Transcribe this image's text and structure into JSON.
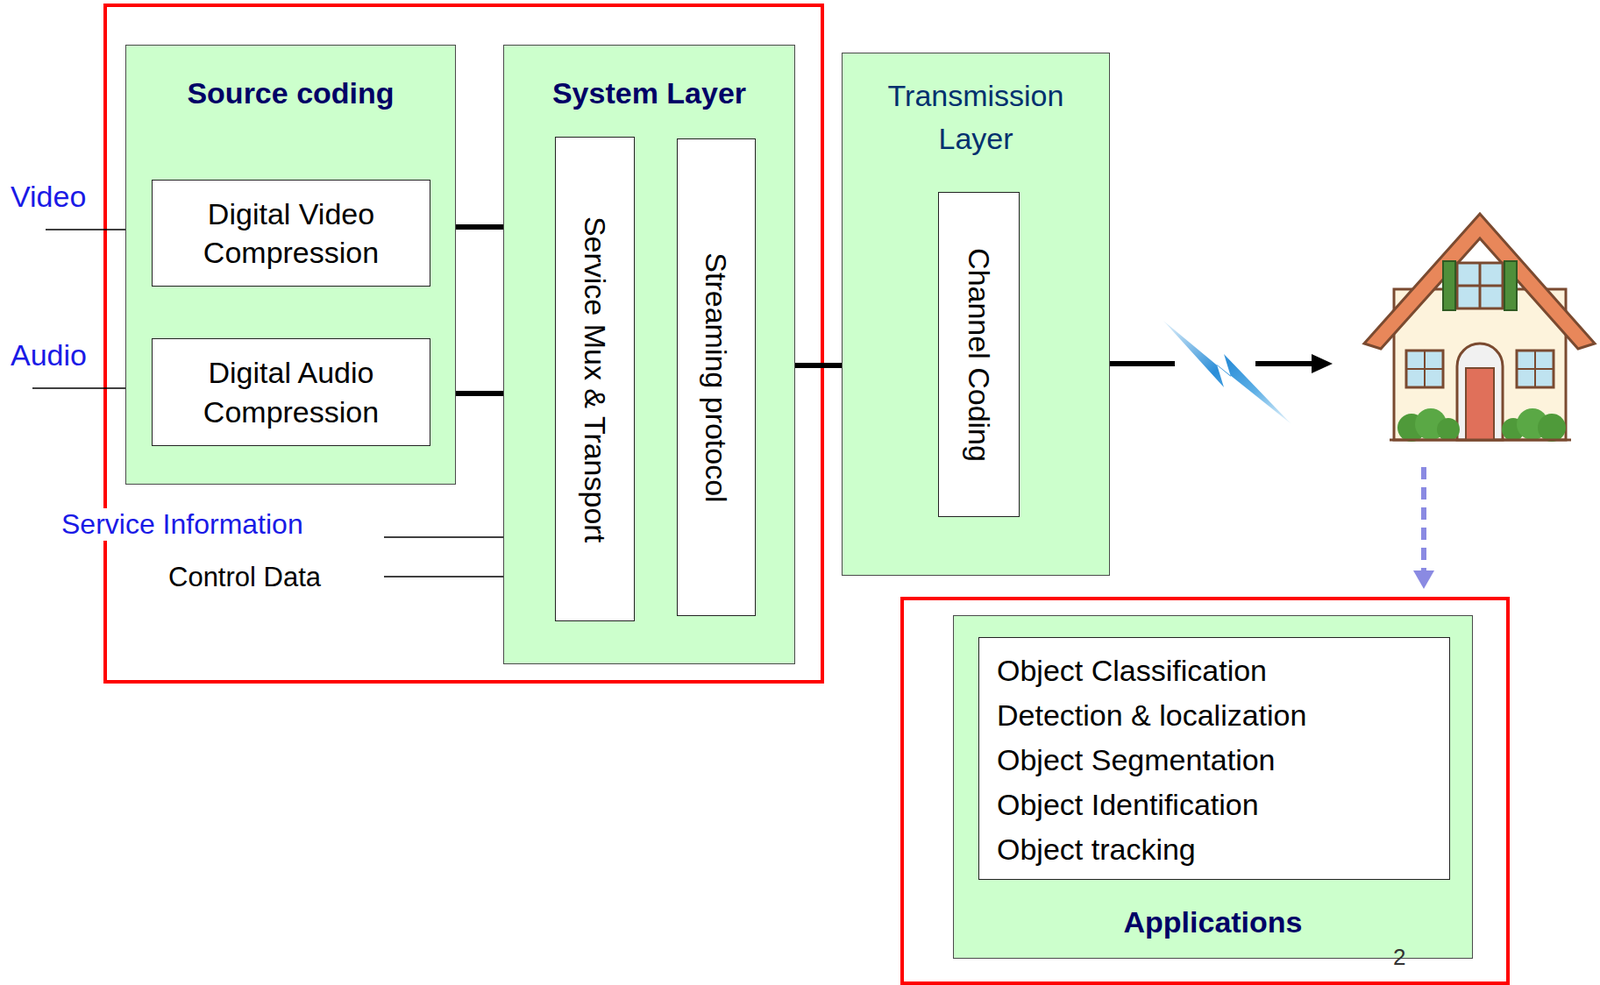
{
  "diagram": {
    "nodes": [
      {
        "text": [
          "Source coding"
        ]
      },
      {
        "text": [
          "Digital Video Compression"
        ],
        "in": 0
      },
      {
        "text": [
          "Digital Audio Compression"
        ],
        "in": 0
      },
      {
        "text": [
          "System Layer"
        ]
      },
      {
        "text": [
          "Service Mux & Transport"
        ],
        "in": 3
      },
      {
        "text": [
          "Streaming protocol"
        ],
        "in": 3
      },
      {
        "text": [
          "Transmission Layer"
        ]
      },
      {
        "text": [
          "Channel Coding"
        ],
        "in": 6
      },
      {
        "text": [
          "Applications"
        ]
      },
      {
        "text": [
          "Object Classification",
          "Detection & localization",
          "Object Segmentation",
          "Object Identification",
          "Object tracking"
        ],
        "in": 8
      }
    ],
    "edges": [
      {
        "from": 1,
        "to": 4,
        "arrow": "to"
      },
      {
        "from": 2,
        "to": 4,
        "arrow": "to"
      },
      {
        "from": 4,
        "to": 5,
        "arrow": "to"
      },
      {
        "from": 5,
        "to": 7,
        "arrow": "to"
      }
    ],
    "labels": [
      "Video",
      "Audio",
      "Service Information",
      "Control Data",
      "2"
    ]
  }
}
